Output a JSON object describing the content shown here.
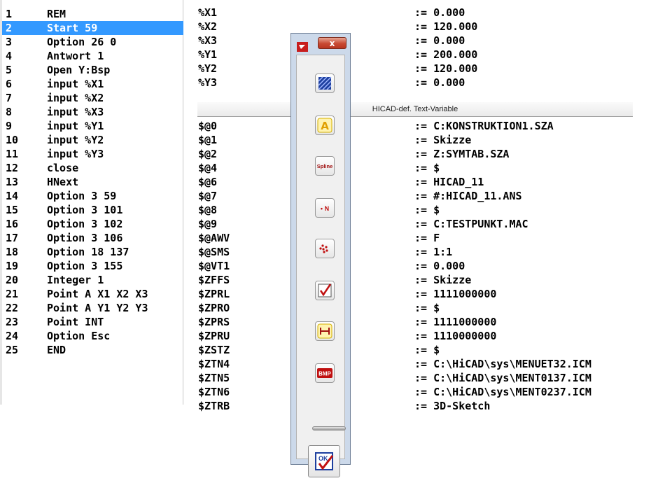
{
  "listing": {
    "selected_index": 1,
    "rows": [
      {
        "n": "1",
        "cmd": "REM"
      },
      {
        "n": "2",
        "cmd": "Start 59"
      },
      {
        "n": "3",
        "cmd": "Option 26 0"
      },
      {
        "n": "4",
        "cmd": "Antwort 1"
      },
      {
        "n": "5",
        "cmd": "Open Y:Bsp"
      },
      {
        "n": "6",
        "cmd": "input %X1"
      },
      {
        "n": "7",
        "cmd": "input %X2"
      },
      {
        "n": "8",
        "cmd": "input %X3"
      },
      {
        "n": "9",
        "cmd": "input %Y1"
      },
      {
        "n": "10",
        "cmd": "input %Y2"
      },
      {
        "n": "11",
        "cmd": "input %Y3"
      },
      {
        "n": "12",
        "cmd": "close"
      },
      {
        "n": "13",
        "cmd": "HNext"
      },
      {
        "n": "14",
        "cmd": "Option 3 59"
      },
      {
        "n": "15",
        "cmd": "Option 3 101"
      },
      {
        "n": "16",
        "cmd": "Option 3 102"
      },
      {
        "n": "17",
        "cmd": "Option 3 106"
      },
      {
        "n": "18",
        "cmd": "Option 18 137"
      },
      {
        "n": "19",
        "cmd": "Option 3 155"
      },
      {
        "n": "20",
        "cmd": "Integer 1"
      },
      {
        "n": "21",
        "cmd": "Point A X1 X2 X3"
      },
      {
        "n": "22",
        "cmd": "Point A Y1 Y2 Y3"
      },
      {
        "n": "23",
        "cmd": "Point INT"
      },
      {
        "n": "24",
        "cmd": "Option Esc"
      },
      {
        "n": "25",
        "cmd": "END"
      }
    ]
  },
  "numeric_vars": [
    {
      "name": "%X1",
      "value": ":= 0.000"
    },
    {
      "name": "%X2",
      "value": ":= 120.000"
    },
    {
      "name": "%X3",
      "value": ":= 0.000"
    },
    {
      "name": "%Y1",
      "value": ":= 200.000"
    },
    {
      "name": "%Y2",
      "value": ":= 120.000"
    },
    {
      "name": "%Y3",
      "value": ":= 0.000"
    }
  ],
  "text_vars_header": "HICAD-def. Text-Variable",
  "text_vars": [
    {
      "name": "$@0",
      "value": ":= C:KONSTRUKTION1.SZA"
    },
    {
      "name": "$@1",
      "value": ":= Skizze"
    },
    {
      "name": "$@2",
      "value": ":= Z:SYMTAB.SZA"
    },
    {
      "name": "$@4",
      "value": ":= $"
    },
    {
      "name": "$@6",
      "value": ":= HICAD_11"
    },
    {
      "name": "$@7",
      "value": ":= #:HICAD_11.ANS"
    },
    {
      "name": "$@8",
      "value": ":= $"
    },
    {
      "name": "$@9",
      "value": ":= C:TESTPUNKT.MAC"
    },
    {
      "name": "$@AWV",
      "value": ":= F"
    },
    {
      "name": "$@SMS",
      "value": ":= 1:1"
    },
    {
      "name": "$@VT1",
      "value": ":= 0.000"
    },
    {
      "name": "$ZFFS",
      "value": ":= Skizze"
    },
    {
      "name": "$ZPRL",
      "value": ":= 1111000000"
    },
    {
      "name": "$ZPRO",
      "value": ":= $"
    },
    {
      "name": "$ZPRS",
      "value": ":= 1111000000"
    },
    {
      "name": "$ZPRU",
      "value": ":= 1110000000"
    },
    {
      "name": "$ZSTZ",
      "value": ":= $"
    },
    {
      "name": "$ZTN4",
      "value": ":= C:\\HiCAD\\sys\\MENUET32.ICM"
    },
    {
      "name": "$ZTN5",
      "value": ":= C:\\HiCAD\\sys\\MENT0137.ICM"
    },
    {
      "name": "$ZTN6",
      "value": ":= C:\\HiCAD\\sys\\MENT0237.ICM"
    },
    {
      "name": "$ZTRB",
      "value": ":= 3D-Sketch"
    }
  ],
  "toolbar": {
    "close_label": "x",
    "buttons": [
      {
        "icon": "hatch-icon",
        "label": ""
      },
      {
        "icon": "text-icon",
        "label": "A"
      },
      {
        "icon": "spline-icon",
        "label": "Spline"
      },
      {
        "icon": "point-n-icon",
        "label": "• N"
      },
      {
        "icon": "points-icon",
        "label": ""
      },
      {
        "icon": "check-icon",
        "label": ""
      },
      {
        "icon": "dimension-icon",
        "label": ""
      },
      {
        "icon": "bmp-icon",
        "label": "BMP"
      }
    ],
    "ok_label": "OK"
  }
}
